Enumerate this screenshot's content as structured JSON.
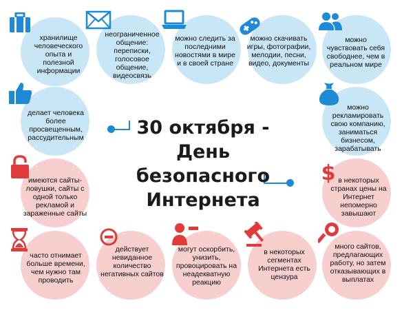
{
  "title_lines": [
    "30 октября -",
    "День",
    "безопасного",
    "Интернета"
  ],
  "colors": {
    "blue_circle": "#c9e6f6",
    "pink_circle": "#f7cfcf",
    "blue_icon": "#1e8ad6",
    "red_icon": "#e03a3a"
  },
  "items": [
    {
      "icon": "suitcase-icon",
      "text": "хранилище человеческого опыта и полезной информации"
    },
    {
      "icon": "envelope-icon",
      "text": "неограниченное общение: переписки, голосовое общение, видеосвязь"
    },
    {
      "icon": "laptop-icon",
      "text": "можно следить за последними новостями в мире и в своей стране"
    },
    {
      "icon": "gamepad-icon",
      "text": "можно скачивать игры, фотографии, мелодии, песни, видео, документы"
    },
    {
      "icon": "users-icon",
      "text": "можно чувствовать себя свободнее, чем в реальном мире"
    },
    {
      "icon": "thumbs-up-icon",
      "text": "делает человека более просвещенным, рассудительным"
    },
    {
      "icon": "money-bag-icon",
      "text": "можно рекламировать свою компанию, заниматься бизнесом, зарабатывать"
    },
    {
      "icon": "padlock-icon",
      "text": "имеются сайты-ловушки, сайты с одной только рекламой и зараженные сайты"
    },
    {
      "icon": "dollar-icon",
      "text": "в некоторых странах цены на Интернет непомерно завышают"
    },
    {
      "icon": "hourglass-icon",
      "text": "часто отнимает больше времени, чем нужно там проводить"
    },
    {
      "icon": "minus-circle-icon",
      "text": "действует невиданное количество негативных сайтов"
    },
    {
      "icon": "user-minus-icon",
      "text": "могут оскорбить, унизить, провоцировать на неадекватную реакцию"
    },
    {
      "icon": "gavel-icon",
      "text": "в некоторых сегментах Интернета есть цензура"
    },
    {
      "icon": "search-icon",
      "text": "много сайтов, предлагающих работу, но затем отказывающих в выплатах"
    }
  ]
}
